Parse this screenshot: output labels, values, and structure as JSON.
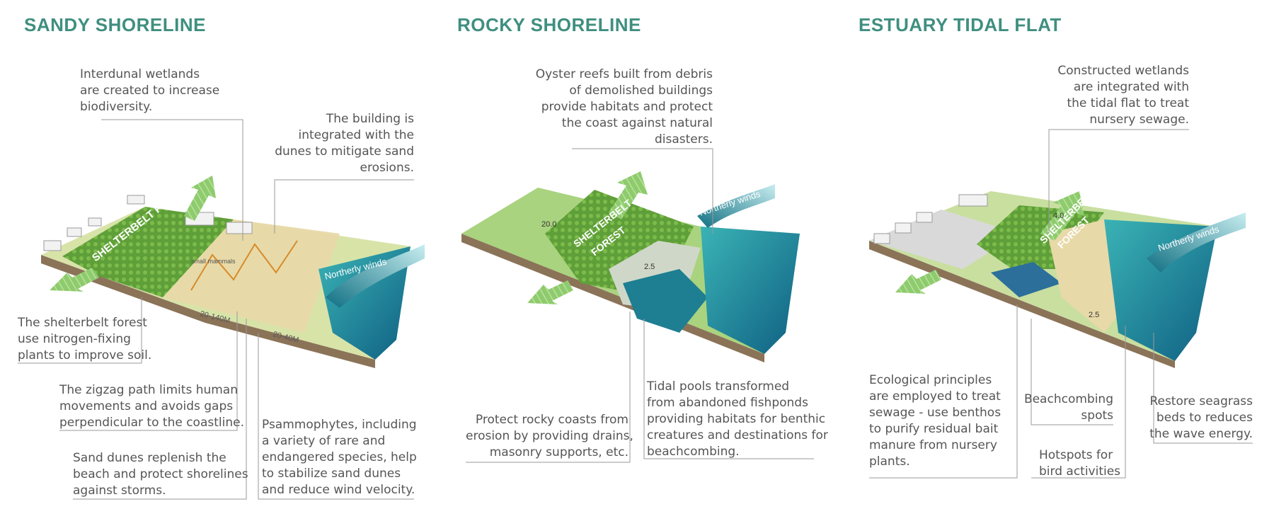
{
  "colors": {
    "title": "#3f8f7f",
    "text": "#555555",
    "leader": "#9a9a9a",
    "forest": "#6eae3e",
    "arrow": "#7cc16a",
    "sea_dark": "#0f5f82",
    "sea_light": "#3ab3b5",
    "sand": "#e8d9a8",
    "soil": "#8b7358"
  },
  "sandy": {
    "title": "SANDY SHORELINE",
    "ann_wetlands": "Interdunal wetlands\nare created to increase\nbiodiversity.",
    "ann_building": "The building is\nintegrated with the\ndunes to mitigate sand\nerosions.",
    "ann_shelter": "The shelterbelt forest\nuse nitrogen-fixing\nplants to improve soil.",
    "ann_zigzag": "The zigzag path limits human\nmovements and avoids gaps\nperpendicular to the coastline.",
    "ann_dunes": "Sand dunes replenish the\nbeach and protect shorelines\nagainst storms.",
    "ann_psammo": "Psammophytes, including\na variety of rare and\nendangered species, help\nto stabilize sand dunes\nand reduce wind velocity.",
    "forest_label": "SHELTERBELT FOREST",
    "wind_label": "Northerly winds",
    "measure_1": "20-140M",
    "measure_2": "20-40M",
    "small_label": "small mammals"
  },
  "rocky": {
    "title": "ROCKY SHORELINE",
    "ann_oyster": "Oyster reefs built from debris\nof demolished buildings\nprovide habitats and protect\nthe coast against natural\ndisasters.",
    "ann_protect": "Protect rocky coasts from\nerosion by providing drains,\nmasonry supports, etc.",
    "ann_tidal": "Tidal pools transformed\nfrom abandoned fishponds\nproviding habitats for benthic\ncreatures and destinations for\nbeachcombing.",
    "forest_label_1": "SHELTERBELT",
    "forest_label_2": "FOREST",
    "wind_label": "Northerly winds",
    "elev_1": "20.0",
    "elev_2": "2.5"
  },
  "estuary": {
    "title": "ESTUARY TIDAL FLAT",
    "ann_constructed": "Constructed wetlands\nare integrated with\nthe tidal flat to treat\nnursery sewage.",
    "ann_ecological": "Ecological principles\nare employed to treat\nsewage - use benthos\nto purify residual bait\nmanure from nursery\nplants.",
    "ann_beach": "Beachcombing\nspots",
    "ann_hotspots": "Hotspots for\nbird activities",
    "ann_seagrass": "Restore seagrass\nbeds to reduces\nthe wave energy.",
    "forest_label_1": "SHELTERBELT",
    "forest_label_2": "FOREST",
    "wind_label": "Northerly winds",
    "elev_1": "4.0",
    "elev_2": "2.5"
  }
}
